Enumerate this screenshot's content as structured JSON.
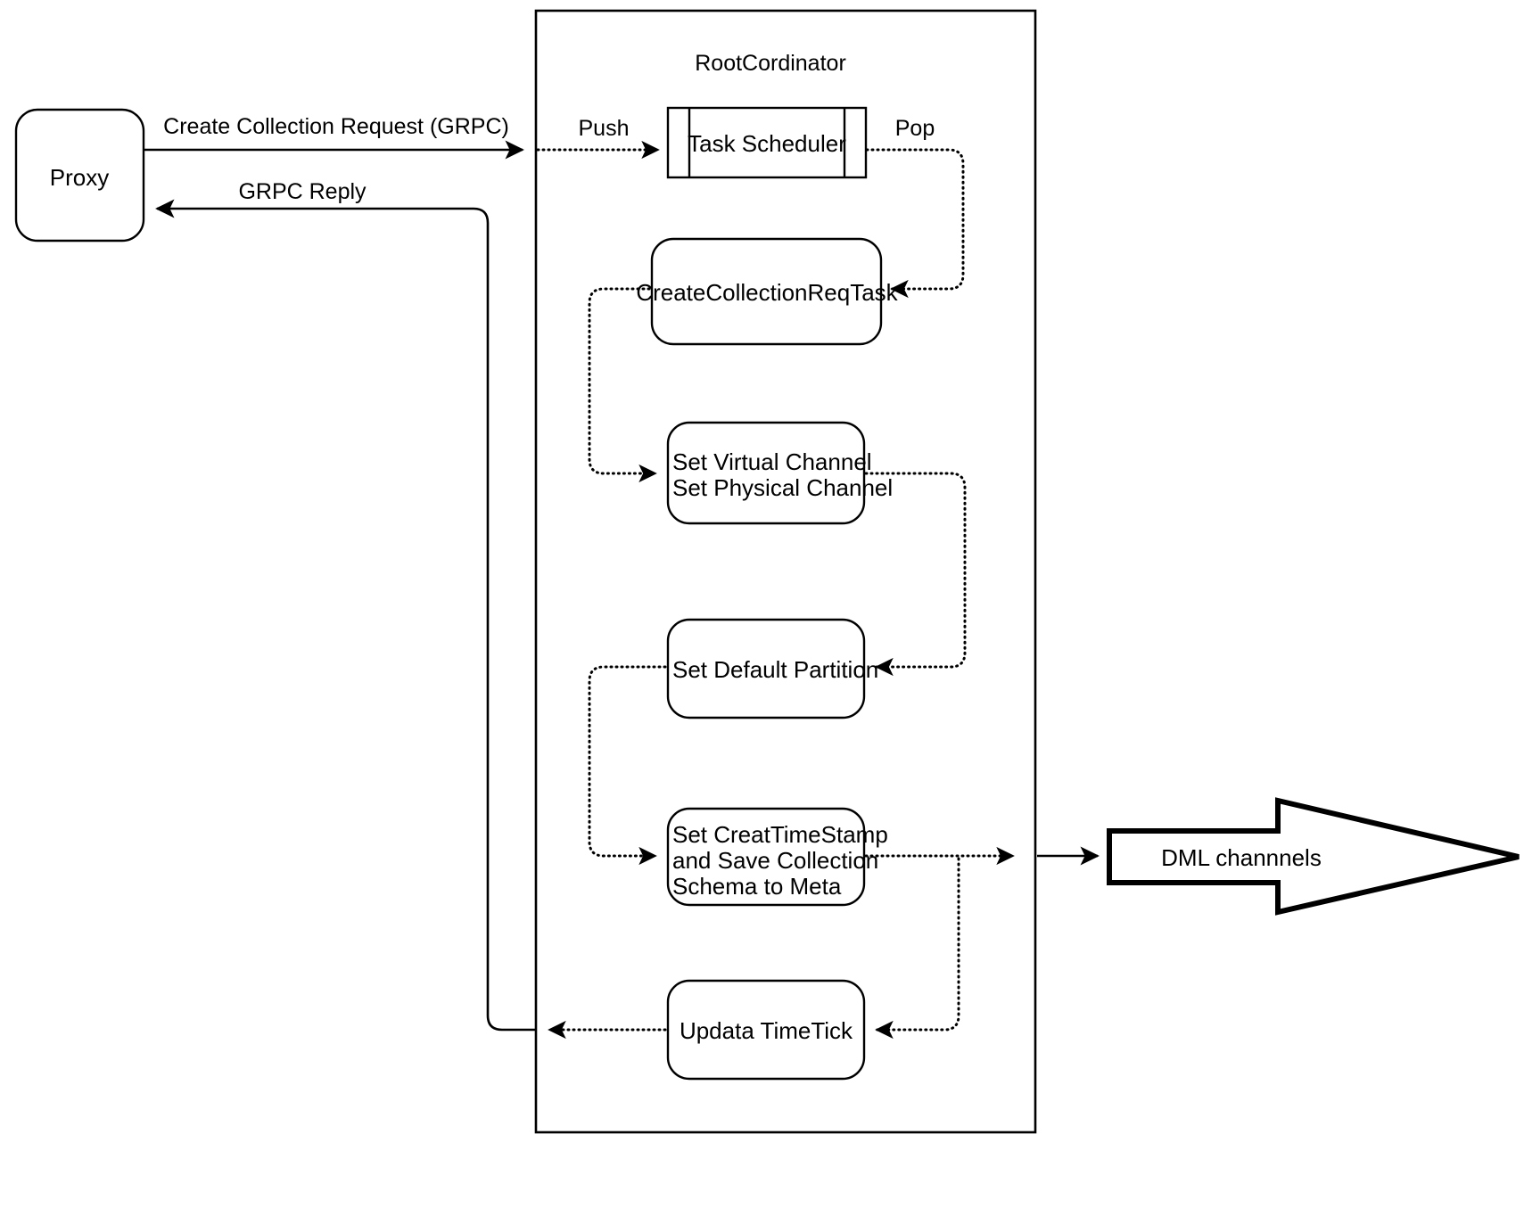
{
  "diagram": {
    "title_label": "RootCordinator",
    "nodes": {
      "proxy": {
        "label": "Proxy",
        "shape": "rounded-rect"
      },
      "task_scheduler": {
        "label": "Task Scheduler",
        "shape": "queue"
      },
      "create_collection_req_task": {
        "label": "CreateCollectionReqTask",
        "shape": "rounded-rect"
      },
      "set_channels": {
        "line1": "Set Virtual Channel",
        "line2": "Set Physical Channel",
        "shape": "rounded-rect"
      },
      "set_default_partition": {
        "label": "Set Default Partition",
        "shape": "rounded-rect"
      },
      "set_timestamp_save_meta": {
        "line1": "Set CreatTimeStamp",
        "line2": "and Save Collection",
        "line3": "Schema to Meta",
        "shape": "rounded-rect"
      },
      "update_timetick": {
        "label": "Updata TimeTick",
        "shape": "rounded-rect"
      },
      "dml_channels": {
        "label": "DML channnels",
        "shape": "block-arrow"
      }
    },
    "edge_labels": {
      "create_collection_request": "Create Collection Request (GRPC)",
      "grpc_reply": "GRPC Reply",
      "push": "Push",
      "pop": "Pop"
    },
    "colors": {
      "stroke": "#000000",
      "fill": "#ffffff",
      "background": "#ffffff"
    }
  }
}
